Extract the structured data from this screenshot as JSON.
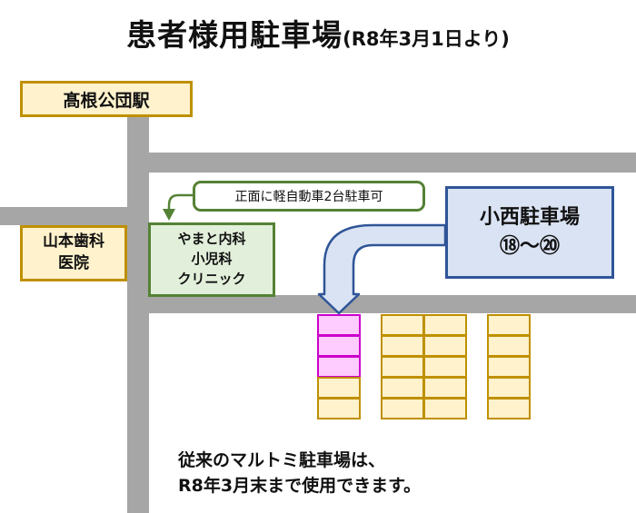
{
  "title": {
    "main": "患者様用駐車場",
    "sub": "(R8年3月1日より)"
  },
  "landmarks": {
    "station": "髙根公団駅",
    "dental": [
      "山本歯科",
      "医院"
    ],
    "clinic": [
      "やまと内科",
      "小児科",
      "クリニック"
    ]
  },
  "callout": {
    "text": "正面に軽自動車2台駐車可"
  },
  "parking": {
    "name": "小西駐車場",
    "spaces": "⑱〜⑳"
  },
  "note": {
    "line1": "従来のマルトミ駐車場は、",
    "line2": "R8年3月末まで使用できます。"
  },
  "colors": {
    "road": "#a6a6a6",
    "highlight_spaces": "#ffccff",
    "highlight_border": "#cc00cc",
    "other_spaces": "#fff2cc",
    "other_border": "#bf9000",
    "parking_box": "#dae3f3",
    "clinic_box": "#e2efda"
  }
}
